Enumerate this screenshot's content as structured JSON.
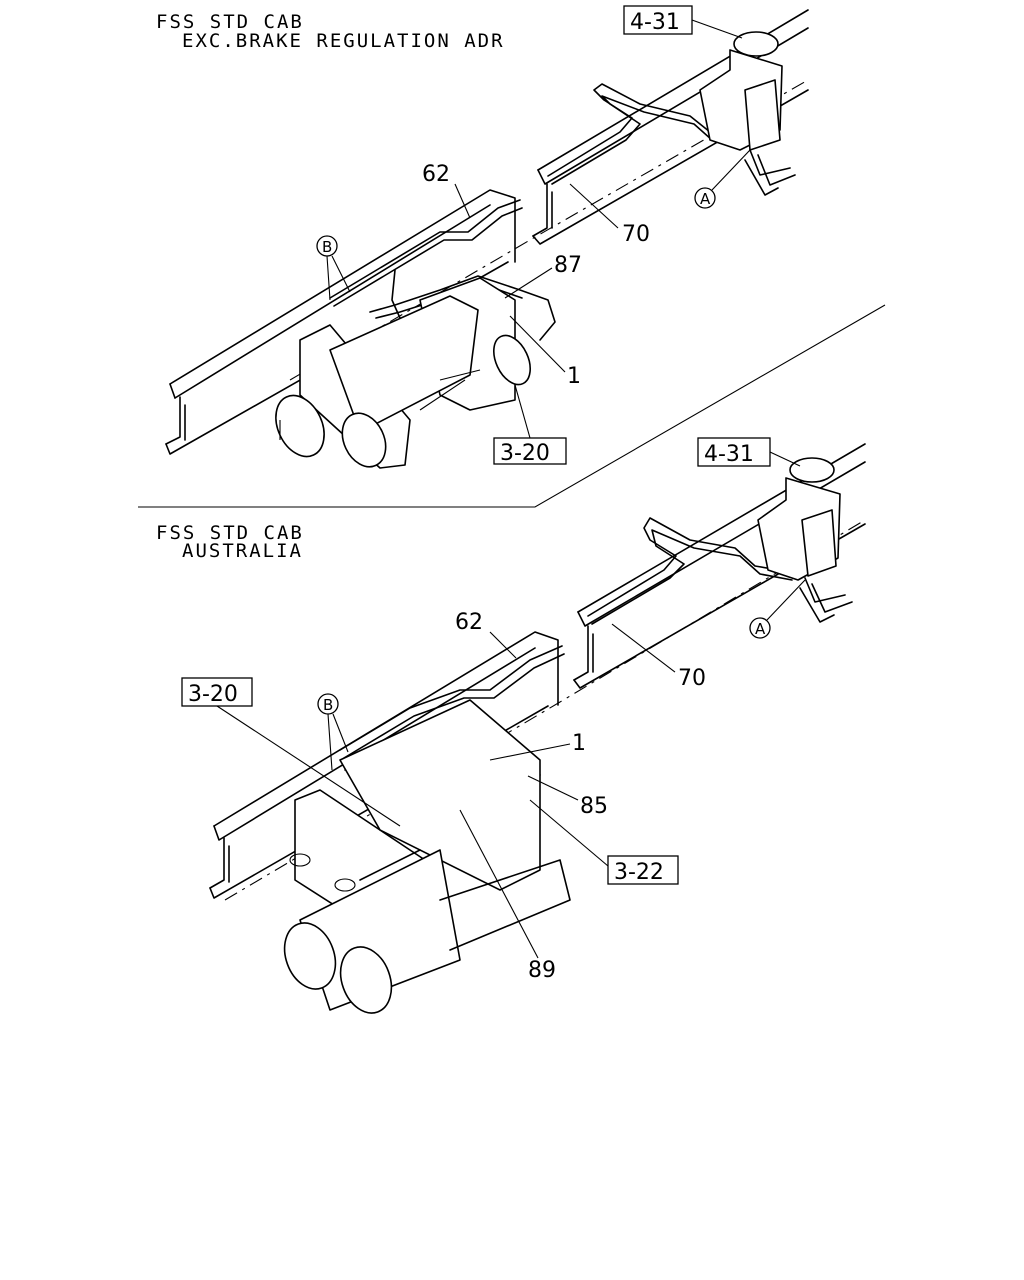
{
  "top_section": {
    "title_line1": "FSS STD CAB",
    "title_line2": "EXC.BRAKE REGULATION ADR",
    "refs": {
      "r1": "4-31",
      "r2": "3-20"
    },
    "parts": {
      "p62": "62",
      "p70": "70",
      "p87": "87",
      "p1": "1"
    },
    "circles": {
      "a": "A",
      "b": "B"
    }
  },
  "bottom_section": {
    "title_line1": "FSS STD CAB",
    "title_line2": "AUSTRALIA",
    "refs": {
      "r1": "4-31",
      "r2": "3-20",
      "r3": "3-22"
    },
    "parts": {
      "p62": "62",
      "p70": "70",
      "p1": "1",
      "p85": "85",
      "p89": "89"
    },
    "circles": {
      "a": "A",
      "b": "B"
    }
  }
}
